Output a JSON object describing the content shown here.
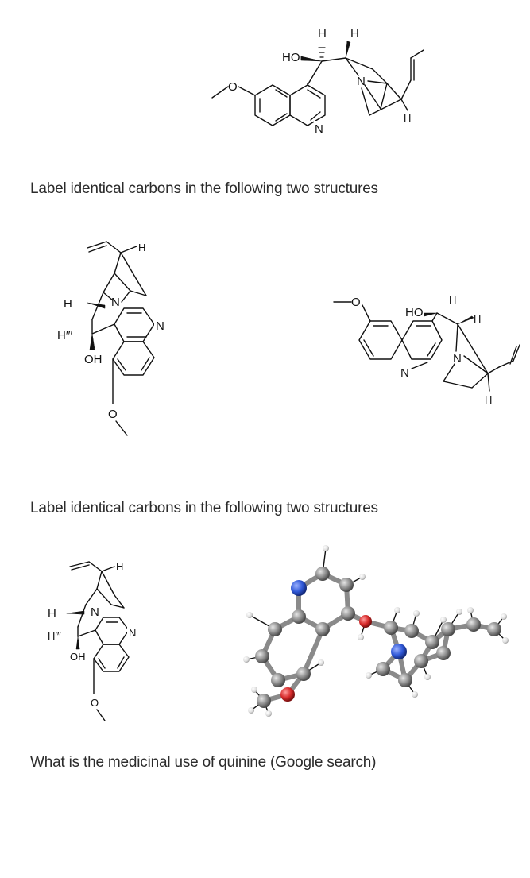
{
  "prompts": {
    "label_carbons_1": "Label identical carbons in the following two structures",
    "label_carbons_2": "Label identical carbons in the following two structures",
    "medicinal_use": "What is the medicinal use of quinine (Google search)"
  },
  "atoms": {
    "H": "H",
    "N": "N",
    "O": "O",
    "HO": "HO",
    "OH": "OH",
    "Hdots": "H′′′"
  },
  "model_colors": {
    "carbon": "#8c8c8c",
    "hydrogen": "#e8e8e8",
    "nitrogen": "#2f57d6",
    "oxygen": "#d62a2a"
  }
}
